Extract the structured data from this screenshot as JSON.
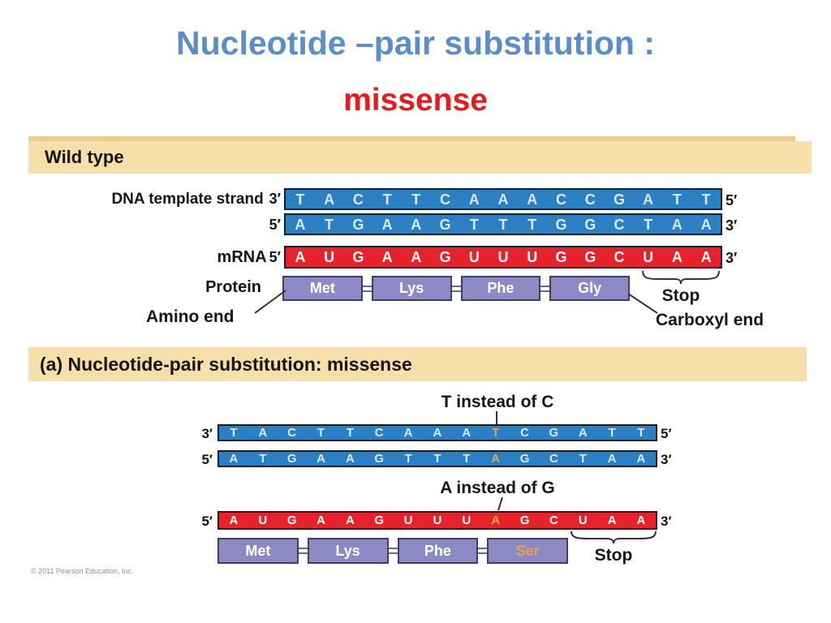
{
  "slide_title": {
    "line1": "Nucleotide –pair substitution :",
    "line2": "missense"
  },
  "colors": {
    "title_blue": "#5b8dc8",
    "title_red": "#e51b20",
    "dna_blue": "#2b80c4",
    "mrna_red": "#e7222b",
    "protein_purple": "#8d89c4",
    "panel_tan": "#f6dfa8",
    "highlight_orange": "#e2a44e"
  },
  "wild_type": {
    "header": "Wild type",
    "dna_label": "DNA template strand",
    "mrna_label": "mRNA",
    "protein_label": "Protein",
    "amino_end_label": "Amino end",
    "carboxyl_end_label": "Carboxyl end",
    "stop_label": "Stop",
    "template_strand": {
      "left_end": "3′",
      "right_end": "5′",
      "highlight": -1,
      "letters": [
        "T",
        "A",
        "C",
        "T",
        "T",
        "C",
        "A",
        "A",
        "A",
        "C",
        "C",
        "G",
        "A",
        "T",
        "T"
      ]
    },
    "coding_strand": {
      "left_end": "5′",
      "right_end": "3′",
      "highlight": -1,
      "letters": [
        "A",
        "T",
        "G",
        "A",
        "A",
        "G",
        "T",
        "T",
        "T",
        "G",
        "G",
        "C",
        "T",
        "A",
        "A"
      ]
    },
    "mrna": {
      "left_end": "5′",
      "right_end": "3′",
      "highlight": -1,
      "letters": [
        "A",
        "U",
        "G",
        "A",
        "A",
        "G",
        "U",
        "U",
        "U",
        "G",
        "G",
        "C",
        "U",
        "A",
        "A"
      ]
    },
    "protein": {
      "acids": [
        "Met",
        "Lys",
        "Phe",
        "Gly"
      ],
      "highlight": -1
    }
  },
  "mutant": {
    "header": "(a) Nucleotide-pair substitution: missense",
    "dna_annotation": "T instead of C",
    "mrna_annotation": "A instead of G",
    "stop_label": "Stop",
    "template_strand": {
      "left_end": "3′",
      "right_end": "5′",
      "highlight": 9,
      "letters": [
        "T",
        "A",
        "C",
        "T",
        "T",
        "C",
        "A",
        "A",
        "A",
        "T",
        "C",
        "G",
        "A",
        "T",
        "T"
      ]
    },
    "coding_strand": {
      "left_end": "5′",
      "right_end": "3′",
      "highlight": 9,
      "letters": [
        "A",
        "T",
        "G",
        "A",
        "A",
        "G",
        "T",
        "T",
        "T",
        "A",
        "G",
        "C",
        "T",
        "A",
        "A"
      ]
    },
    "mrna": {
      "left_end": "5′",
      "right_end": "3′",
      "highlight": 9,
      "letters": [
        "A",
        "U",
        "G",
        "A",
        "A",
        "G",
        "U",
        "U",
        "U",
        "A",
        "G",
        "C",
        "U",
        "A",
        "A"
      ]
    },
    "protein": {
      "acids": [
        "Met",
        "Lys",
        "Phe",
        "Ser"
      ],
      "highlight": 3
    }
  },
  "footer": {
    "copyright": "© 2011 Pearson Education, Inc."
  }
}
